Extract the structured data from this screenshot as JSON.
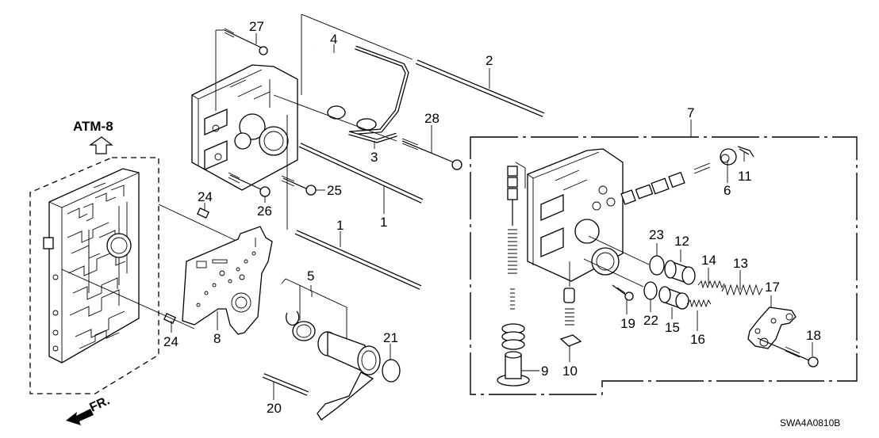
{
  "diagram": {
    "reference_label": "ATM-8",
    "front_label": "FR.",
    "diagram_code": "SWA4A0810B",
    "line_color": "#000000",
    "background_color": "#ffffff",
    "callouts": [
      {
        "id": "c27",
        "text": "27",
        "part": "flange bolt (upper)"
      },
      {
        "id": "c4",
        "text": "4",
        "part": "oil pipe"
      },
      {
        "id": "c2",
        "text": "2",
        "part": "long oil pipe"
      },
      {
        "id": "c28",
        "text": "28",
        "part": "flange bolt"
      },
      {
        "id": "c3",
        "text": "3",
        "part": "oil pipe"
      },
      {
        "id": "c7",
        "text": "7",
        "part": "valve body assembly group"
      },
      {
        "id": "c6",
        "text": "6",
        "part": "valve sleeve"
      },
      {
        "id": "c11",
        "text": "11",
        "part": "clip"
      },
      {
        "id": "c25",
        "text": "25",
        "part": "flange bolt"
      },
      {
        "id": "c26",
        "text": "26",
        "part": "flange bolt"
      },
      {
        "id": "c1a",
        "text": "1",
        "part": "oil pipe (upper)"
      },
      {
        "id": "c1b",
        "text": "1",
        "part": "oil pipe (lower)"
      },
      {
        "id": "c24a",
        "text": "24",
        "part": "dowel pin (upper)"
      },
      {
        "id": "c24b",
        "text": "24",
        "part": "dowel pin (lower)"
      },
      {
        "id": "c8",
        "text": "8",
        "part": "separator plate"
      },
      {
        "id": "c5",
        "text": "5",
        "part": "stator shaft assembly"
      },
      {
        "id": "c21",
        "text": "21",
        "part": "O-ring"
      },
      {
        "id": "c20",
        "text": "20",
        "part": "oil pipe (short)"
      },
      {
        "id": "c23",
        "text": "23",
        "part": "O-ring"
      },
      {
        "id": "c12",
        "text": "12",
        "part": "accumulator piston"
      },
      {
        "id": "c14",
        "text": "14",
        "part": "spring"
      },
      {
        "id": "c13",
        "text": "13",
        "part": "spring"
      },
      {
        "id": "c17",
        "text": "17",
        "part": "accumulator cover"
      },
      {
        "id": "c18",
        "text": "18",
        "part": "flange bolt"
      },
      {
        "id": "c19",
        "text": "19",
        "part": "bolt"
      },
      {
        "id": "c22",
        "text": "22",
        "part": "O-ring"
      },
      {
        "id": "c15",
        "text": "15",
        "part": "accumulator piston"
      },
      {
        "id": "c16",
        "text": "16",
        "part": "spring"
      },
      {
        "id": "c9",
        "text": "9",
        "part": "valve"
      },
      {
        "id": "c10",
        "text": "10",
        "part": "filter"
      }
    ]
  }
}
